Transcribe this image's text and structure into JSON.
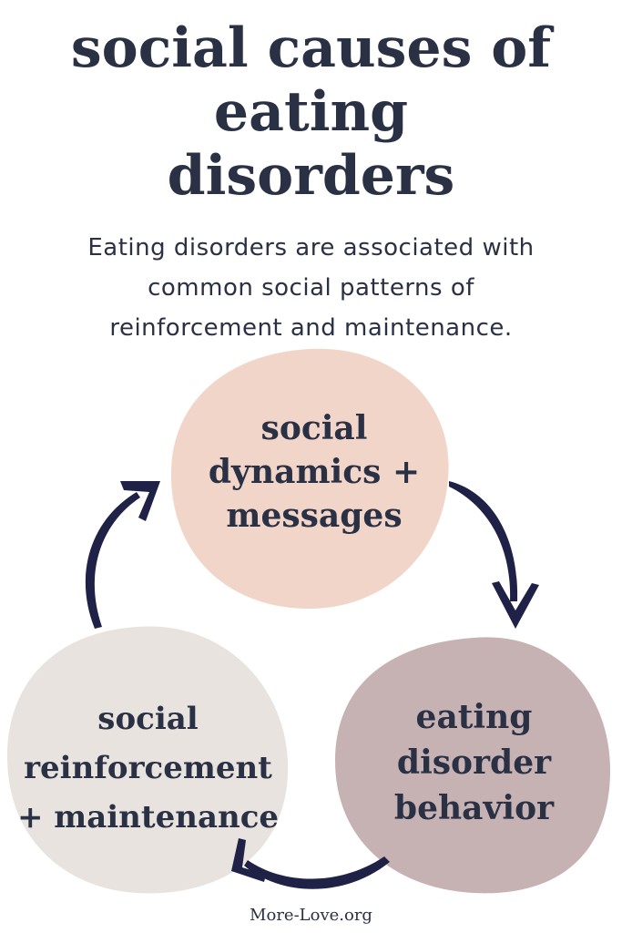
{
  "title_lines": [
    "social causes of",
    "eating",
    "disorders"
  ],
  "subtitle_lines": [
    "Eating disorders are associated with",
    "common social patterns of",
    "reinforcement and maintenance."
  ],
  "nodes": [
    {
      "id": "top",
      "lines": [
        "social",
        "dynamics +",
        "messages"
      ],
      "color": "#f2d5c9"
    },
    {
      "id": "right",
      "lines": [
        "eating",
        "disorder",
        "behavior"
      ],
      "color": "#c7b2b3"
    },
    {
      "id": "left",
      "lines": [
        "social",
        "reinforcement",
        "+ maintenance"
      ],
      "color": "#e8e3de"
    }
  ],
  "arrow_color": "#1f2146",
  "text_color": "#2b3145",
  "footer": "More-Love.org"
}
